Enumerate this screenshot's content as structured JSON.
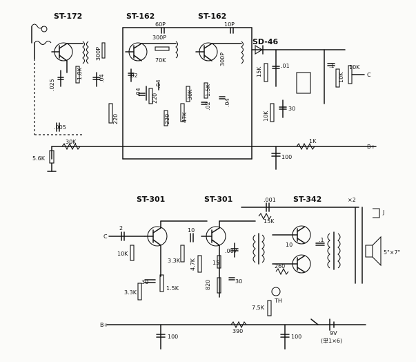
{
  "transistors": {
    "t1": "ST-172",
    "t2": "ST-162",
    "t3": "ST-162",
    "t4": "ST-301",
    "t5": "ST-301",
    "t6": "ST-342",
    "t6_mult": "×2"
  },
  "diode": "SD-46",
  "labels": {
    "c60p": "60P",
    "c10p": "10P",
    "c300p_a": "300P",
    "c300p_b": "300P",
    "c300p_c": "300P",
    "r70k": "70K",
    "c022": ".02",
    "c025": ".025",
    "r18k": "1.8K",
    "c04_a": ".04",
    "r220_a": "220",
    "c04_b": ".04",
    "r220_b": "220",
    "c04_c": ".04",
    "r220_c": "220",
    "r47k": "47K",
    "r30k_a": "30K",
    "r15k_a": "1.5K",
    "c02_b": ".02",
    "c04_d": ".04",
    "r15k_b": "15K",
    "c01": ".01",
    "c1": ".1",
    "r10k_a": "10K",
    "r10k_b": "10K",
    "c_out": "C",
    "r10k_c": "10K",
    "c30_a": "30",
    "c005": ".005",
    "r30k_b": "30K",
    "r1k": "1K",
    "bplus_a": "B+",
    "r56k": "5.6K",
    "c100_a": "100",
    "c2": "2",
    "c_in": "C",
    "r10k_d": "10K",
    "c10": "10",
    "r33k_a": "3.3K",
    "c30_b": "30",
    "r15k_c": "1.5K",
    "r33k_b": "3.3K",
    "r47k_b": "4.7K",
    "r15": "15",
    "c007": ".007",
    "r820": "820",
    "c30_c": "30",
    "c001": ".001",
    "r15k_d": "15K",
    "r10": "10",
    "c1b": ".1",
    "r260": "260",
    "th": "TH",
    "r75k": "7.5K",
    "j": "J",
    "spk": "5\"×7\"",
    "bplus_b": "B+",
    "r390": "390",
    "c100_b": "100",
    "c100_c": "100",
    "v9": "9V",
    "batt": "(単1×6)"
  }
}
